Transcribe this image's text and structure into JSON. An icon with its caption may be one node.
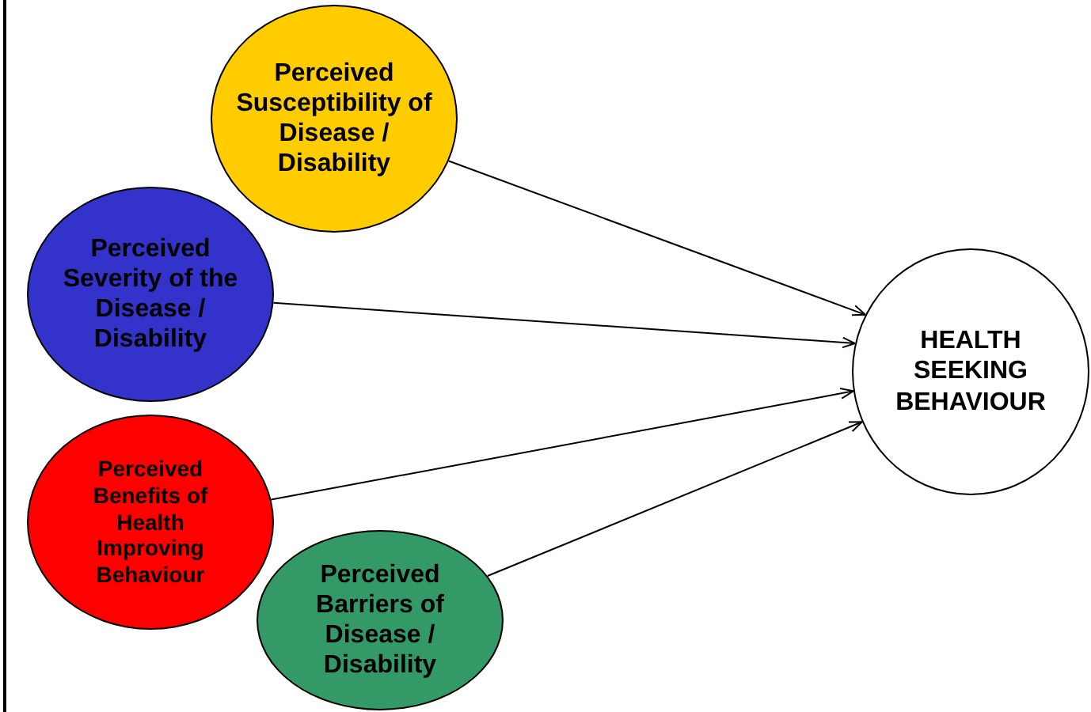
{
  "diagram": {
    "nodes": [
      {
        "text": [
          "Perceived Susceptibility of Disease / Disability"
        ]
      },
      {
        "text": [
          "Perceived Severity of the Disease / Disability"
        ]
      },
      {
        "text": [
          "Perceived Benefits of Health Improving Behaviour"
        ]
      },
      {
        "text": [
          "Perceived Barriers of Disease / Disability"
        ]
      },
      {
        "text": [
          "HEALTH SEEKING BEHAVIOUR"
        ]
      }
    ],
    "edges": [
      {
        "from": 0,
        "to": 4,
        "arrow": "to"
      },
      {
        "from": 1,
        "to": 4,
        "arrow": "to"
      },
      {
        "from": 2,
        "to": 4,
        "arrow": "to"
      },
      {
        "from": 3,
        "to": 4,
        "arrow": "to"
      }
    ]
  }
}
